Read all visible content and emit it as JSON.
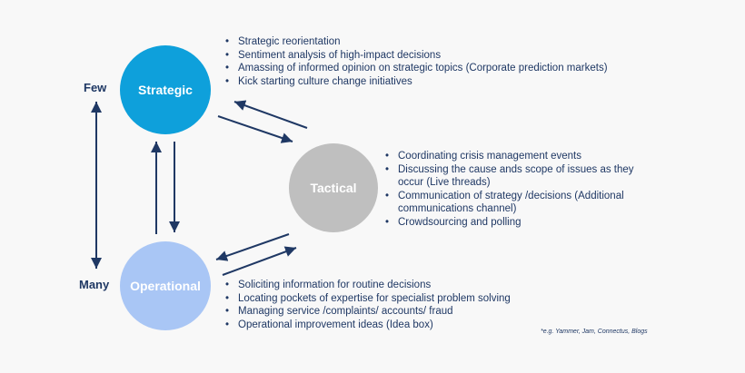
{
  "nodes": {
    "strategic": {
      "label": "Strategic",
      "color": "#0ea0db"
    },
    "tactical": {
      "label": "Tactical",
      "color": "#bfbfbf"
    },
    "operational": {
      "label": "Operational",
      "color": "#a9c6f5"
    }
  },
  "axis": {
    "top": "Few",
    "bottom": "Many"
  },
  "strategic_bullets": [
    "Strategic reorientation",
    "Sentiment analysis of high-impact decisions",
    "Amassing of informed opinion on strategic topics (Corporate prediction markets)",
    "Kick starting culture change initiatives"
  ],
  "tactical_bullets": [
    "Coordinating crisis management events",
    "Discussing the cause ands scope of issues as they occur (Live threads)",
    "Communication of strategy /decisions (Additional communications channel)",
    "Crowdsourcing and polling"
  ],
  "operational_bullets": [
    "Soliciting information for routine decisions",
    "Locating pockets of expertise  for specialist  problem solving",
    "Managing service /complaints/ accounts/ fraud",
    "Operational improvement ideas (Idea box)"
  ],
  "footnote": "*e.g. Yammer, Jam, Connectus, Blogs",
  "colors": {
    "arrow": "#1f3864",
    "text": "#1f3864"
  }
}
